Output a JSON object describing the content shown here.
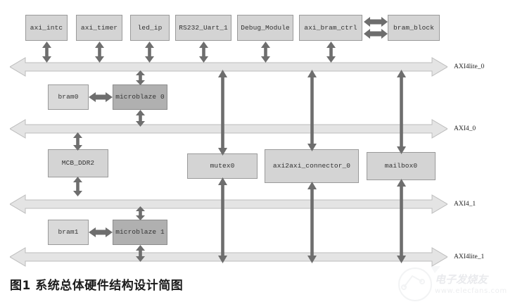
{
  "figure": {
    "caption": "图1  系统总体硬件结构设计简图",
    "watermark_text": "电子发烧友",
    "watermark_url": "www.elecfans.com"
  },
  "colors": {
    "block_light": "#d9d9d9",
    "block_mid": "#d4d4d4",
    "block_dark": "#b0b0b0",
    "bus_fill": "#e2e2e2",
    "bus_stroke": "#b5b5b5",
    "arrow": "#6e6e6e",
    "text": "#333333"
  },
  "buses": [
    {
      "id": "axi4lite_0",
      "label": "AXI4lite_0"
    },
    {
      "id": "axi4_0",
      "label": "AXI4_0"
    },
    {
      "id": "axi4_1",
      "label": "AXI4_1"
    },
    {
      "id": "axi4lite_1",
      "label": "AXI4lite_1"
    }
  ],
  "blocks": {
    "row_top": [
      {
        "id": "axi_intc",
        "label": "axi_intc"
      },
      {
        "id": "axi_timer",
        "label": "axi_timer"
      },
      {
        "id": "led_ip",
        "label": "led_ip"
      },
      {
        "id": "rs232_uart_1",
        "label": "RS232_Uart_1"
      },
      {
        "id": "debug_module",
        "label": "Debug_Module"
      },
      {
        "id": "axi_bram_ctrl",
        "label": "axi_bram_ctrl"
      },
      {
        "id": "bram_block",
        "label": "bram_block"
      }
    ],
    "row_mb0": [
      {
        "id": "bram0",
        "label": "bram0"
      },
      {
        "id": "microblaze0",
        "label": "microblaze 0"
      }
    ],
    "row_mid": [
      {
        "id": "mcb_ddr2",
        "label": "MCB_DDR2"
      },
      {
        "id": "mutex0",
        "label": "mutex0"
      },
      {
        "id": "axi2axi_connector_0",
        "label": "axi2axi_connector_0"
      },
      {
        "id": "mailbox0",
        "label": "mailbox0"
      }
    ],
    "row_mb1": [
      {
        "id": "bram1",
        "label": "bram1"
      },
      {
        "id": "microblaze1",
        "label": "microblaze 1"
      }
    ]
  }
}
